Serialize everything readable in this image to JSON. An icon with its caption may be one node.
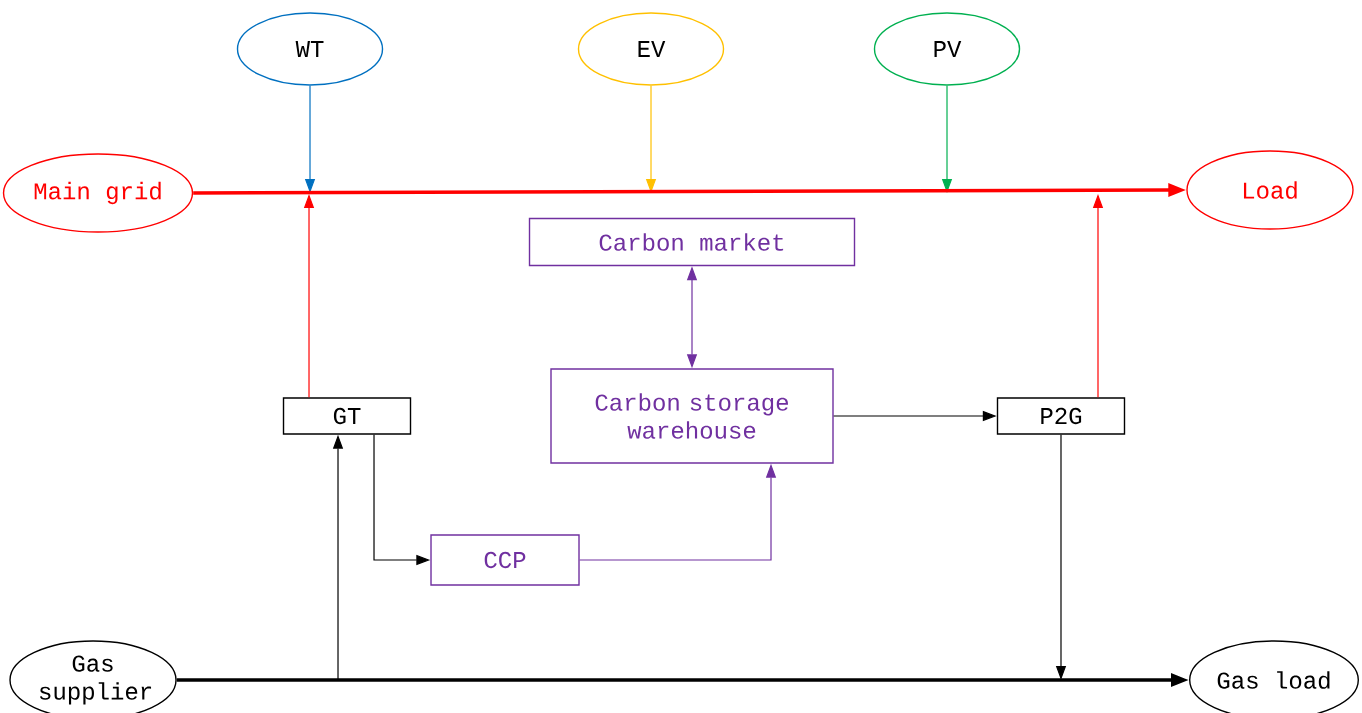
{
  "diagram": {
    "nodes": [
      {
        "text": [
          "WT"
        ]
      },
      {
        "text": [
          "EV"
        ]
      },
      {
        "text": [
          "PV"
        ]
      },
      {
        "text": [
          "Main grid"
        ]
      },
      {
        "text": [
          "Load"
        ]
      },
      {
        "text": [
          "Carbon market"
        ]
      },
      {
        "text": [
          "GT"
        ]
      },
      {
        "text": [
          "Carbon storage warehouse"
        ]
      },
      {
        "text": [
          "P2G"
        ]
      },
      {
        "text": [
          "CCP"
        ]
      },
      {
        "text": [
          "Gas supplier"
        ]
      },
      {
        "text": [
          "Gas load"
        ]
      }
    ],
    "edges": [
      {
        "from": 0,
        "to": null,
        "arrow": "to",
        "color": "#0070c0"
      },
      {
        "from": 1,
        "to": null,
        "arrow": "to",
        "color": "#ffc000"
      },
      {
        "from": 2,
        "to": null,
        "arrow": "to",
        "color": "#00b050"
      },
      {
        "from": 3,
        "to": 4,
        "arrow": "to",
        "style": "thick",
        "color": "#ff0000"
      },
      {
        "from": 6,
        "to": null,
        "arrow": "to",
        "color": "#ff0000"
      },
      {
        "from": 8,
        "to": null,
        "arrow": "to",
        "color": "#ff0000"
      },
      {
        "from": 5,
        "to": 7,
        "arrow": "both",
        "color": "#7030a0"
      },
      {
        "from": 7,
        "to": 8,
        "arrow": "to"
      },
      {
        "from": 6,
        "to": 9,
        "arrow": "to"
      },
      {
        "from": 9,
        "to": 7,
        "arrow": "to",
        "color": "#7030a0"
      },
      {
        "from": null,
        "to": 6,
        "arrow": "to"
      },
      {
        "from": 8,
        "to": null,
        "arrow": "to"
      },
      {
        "from": 10,
        "to": 11,
        "arrow": "to",
        "style": "thick"
      }
    ]
  }
}
